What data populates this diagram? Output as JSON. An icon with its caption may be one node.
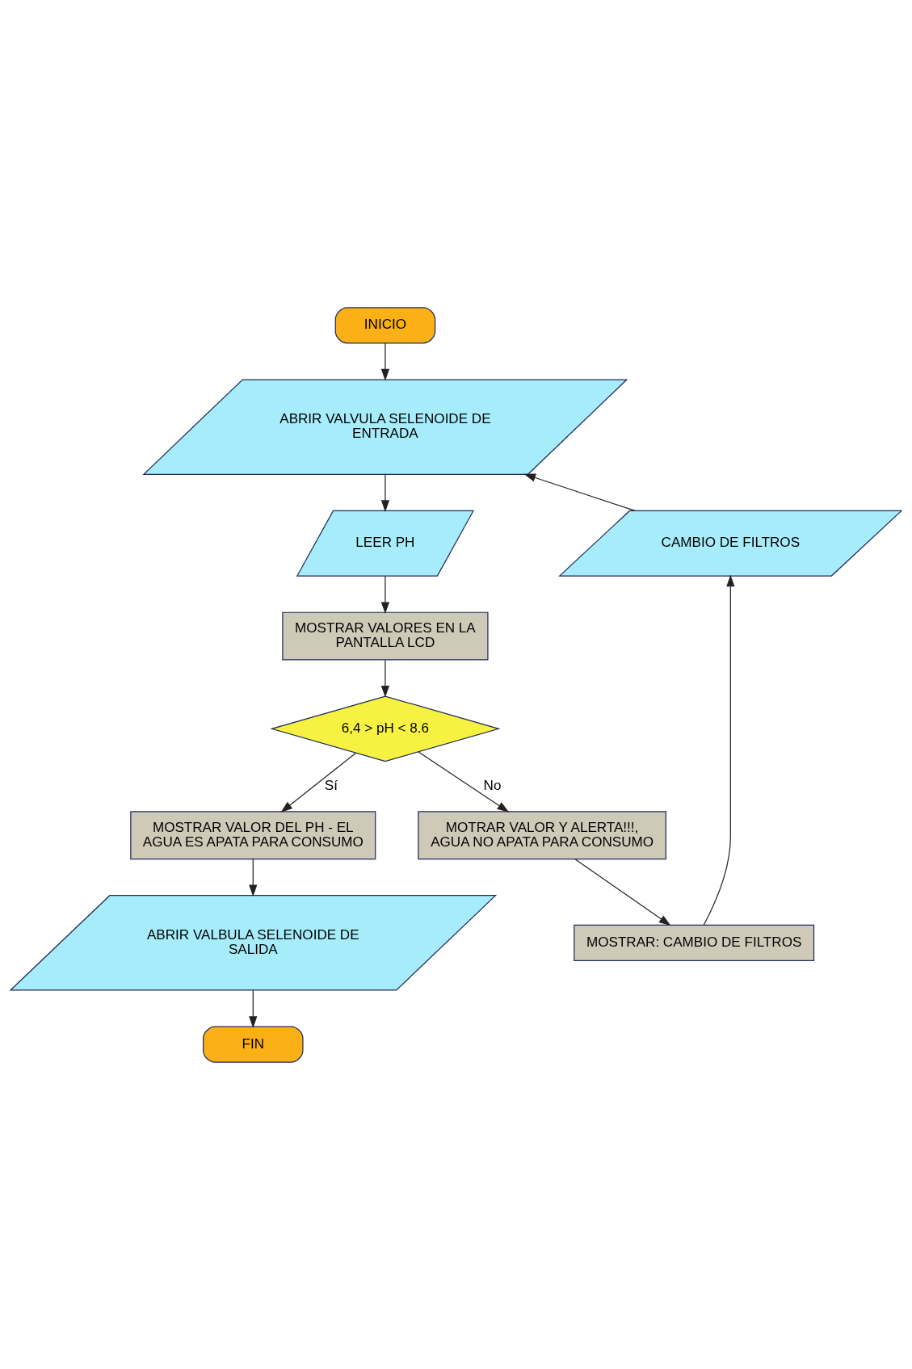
{
  "diagram": {
    "nodes": [
      {
        "text": [
          "INICIO"
        ]
      },
      {
        "text": [
          "ABRIR VALVULA SELENOIDE DE ENTRADA"
        ]
      },
      {
        "text": [
          "LEER PH"
        ]
      },
      {
        "text": [
          "CAMBIO DE FILTROS"
        ]
      },
      {
        "text": [
          "MOSTRAR VALORES EN LA PANTALLA LCD"
        ]
      },
      {
        "text": [
          "6,4 > pH < 8.6"
        ]
      },
      {
        "text": [
          "MOSTRAR VALOR DEL PH - EL AGUA ES APATA PARA CONSUMO"
        ]
      },
      {
        "text": [
          "MOTRAR VALOR Y ALERTA!!!, AGUA NO APATA PARA CONSUMO"
        ]
      },
      {
        "text": [
          "ABRIR VALBULA SELENOIDE DE SALIDA"
        ]
      },
      {
        "text": [
          "MOSTRAR: CAMBIO DE FILTROS"
        ]
      },
      {
        "text": [
          "FIN"
        ]
      }
    ],
    "edges": [
      {
        "from": 0,
        "to": 1,
        "arrow": "to"
      },
      {
        "from": 1,
        "to": 2,
        "arrow": "to"
      },
      {
        "from": 2,
        "to": 4,
        "arrow": "to"
      },
      {
        "from": 4,
        "to": 5,
        "arrow": "to"
      },
      {
        "from": 5,
        "to": 6,
        "label": "Sí",
        "arrow": "to"
      },
      {
        "from": 5,
        "to": 7,
        "label": "No",
        "arrow": "to"
      },
      {
        "from": 6,
        "to": 8,
        "arrow": "to"
      },
      {
        "from": 7,
        "to": 9,
        "arrow": "to"
      },
      {
        "from": 9,
        "to": 3,
        "arrow": "to"
      },
      {
        "from": 3,
        "to": 1,
        "arrow": "to"
      },
      {
        "from": 8,
        "to": 10,
        "arrow": "to"
      }
    ]
  }
}
